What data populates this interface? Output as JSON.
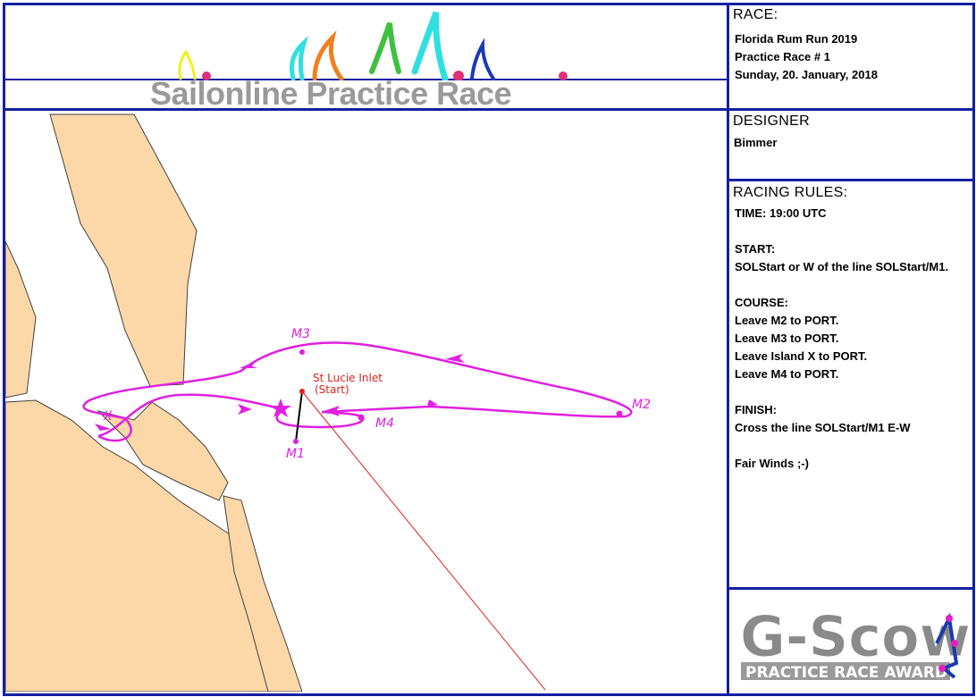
{
  "banner": {
    "title": "Sailonline Practice Race"
  },
  "race": {
    "heading": "RACE:",
    "lines": [
      "Florida Rum Run 2019",
      "Practice Race # 1",
      "Sunday, 20. January, 2018"
    ]
  },
  "designer": {
    "heading": "DESIGNER",
    "name": "Bimmer"
  },
  "rules": {
    "heading": "RACING RULES:",
    "time": "TIME: 19:00 UTC",
    "start_heading": "START:",
    "start_text": "SOLStart or W of the line SOLStart/M1.",
    "course_heading": "COURSE:",
    "course_lines": [
      "Leave M2 to PORT.",
      "Leave M3 to PORT.",
      "Leave Island X to PORT.",
      "Leave M4 to PORT."
    ],
    "finish_heading": "FINISH:",
    "finish_text": "Cross the line SOLStart/M1 E-W",
    "signoff": "Fair Winds ;-)"
  },
  "award": {
    "big": "G-Scow",
    "sub": "PRACTICE RACE AWARD"
  },
  "map": {
    "start_label": "St Lucie Inlet",
    "start_sub": "(Start)",
    "marks": {
      "m1": "M1",
      "m2": "M2",
      "m3": "M3",
      "m4": "M4",
      "x": "X"
    }
  },
  "colors": {
    "frame": "#1420a0",
    "land": "#fcd8a8",
    "course": "#e020e0",
    "start": "#e02020",
    "banner_text": "#9a9a9a"
  }
}
